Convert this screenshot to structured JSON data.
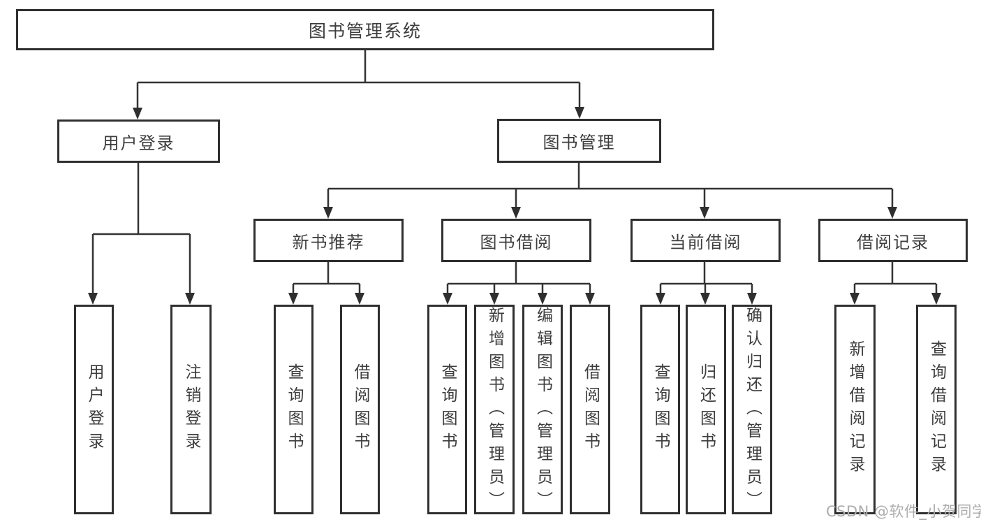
{
  "tree": {
    "label": "图书管理系统",
    "children": [
      {
        "label": "用户登录",
        "children": [
          {
            "label": "用户登录"
          },
          {
            "label": "注销登录"
          }
        ]
      },
      {
        "label": "图书管理",
        "children": [
          {
            "label": "新书推荐",
            "children": [
              {
                "label": "查询图书"
              },
              {
                "label": "借阅图书"
              }
            ]
          },
          {
            "label": "图书借阅",
            "children": [
              {
                "label": "查询图书"
              },
              {
                "label": "新增图书（管理员）"
              },
              {
                "label": "编辑图书（管理员）"
              },
              {
                "label": "借阅图书"
              }
            ]
          },
          {
            "label": "当前借阅",
            "children": [
              {
                "label": "查询图书"
              },
              {
                "label": "归还图书"
              },
              {
                "label": "确认归还（管理员）"
              }
            ]
          },
          {
            "label": "借阅记录",
            "children": [
              {
                "label": "新增借阅记录"
              },
              {
                "label": "查询借阅记录"
              }
            ]
          }
        ]
      }
    ]
  },
  "watermark": "CSDN @软件_小贺同学",
  "colors": {
    "line": "#333333",
    "border": "#2f2f2f",
    "text": "#3d3d3d",
    "watermark": "#adadad",
    "background": "#ffffff"
  }
}
